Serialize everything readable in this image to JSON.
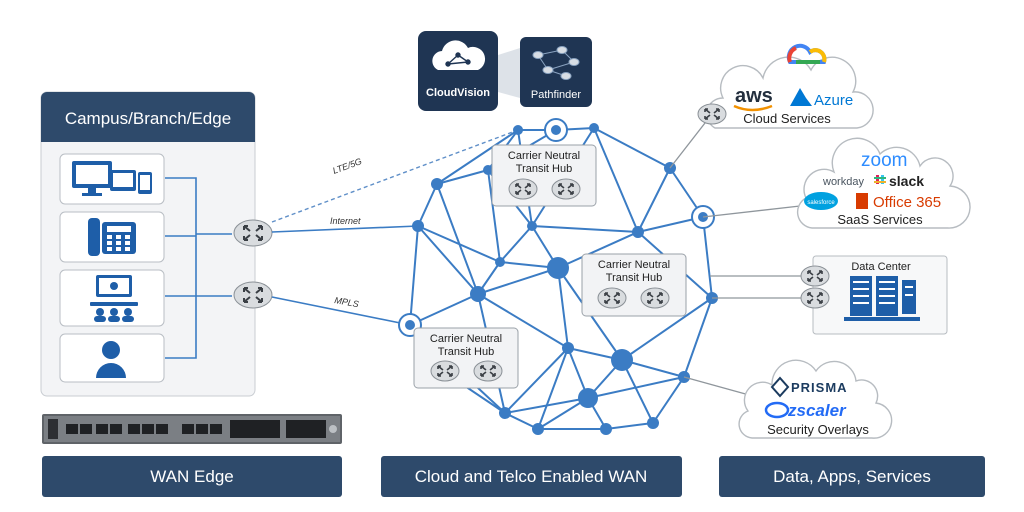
{
  "campus": {
    "title": "Campus/Branch/Edge",
    "devices": [
      "computers-icon",
      "desk-phone-icon",
      "video-conference-icon",
      "user-icon"
    ]
  },
  "links": {
    "lte": "LTE/5G",
    "internet": "Internet",
    "mpls": "MPLS"
  },
  "controllers": {
    "cloudvision": "CloudVision",
    "pathfinder": "Pathfinder"
  },
  "hubs": {
    "hub1": [
      "Carrier Neutral",
      "Transit Hub"
    ],
    "hub2": [
      "Carrier Neutral",
      "Transit Hub"
    ],
    "hub3": [
      "Carrier Neutral",
      "Transit Hub"
    ]
  },
  "services": {
    "cloud": {
      "label": "Cloud Services",
      "logos": [
        "aws",
        "Azure"
      ]
    },
    "saas": {
      "label": "SaaS Services",
      "logos": [
        "zoom",
        "workday",
        "slack",
        "Office 365",
        "salesforce"
      ]
    },
    "datacenter": {
      "label": "Data Center"
    },
    "security": {
      "label": "Security Overlays",
      "logos": [
        "PRISMA",
        "zscaler"
      ]
    }
  },
  "footer": {
    "wan_edge": "WAN Edge",
    "cloud_telco": "Cloud and Telco Enabled WAN",
    "data_apps": "Data, Apps, Services"
  },
  "colors": {
    "navy": "#2e4a6b",
    "mesh": "#3b7cc4",
    "panel": "#f3f4f6",
    "aws_orange": "#f29100",
    "azure_blue": "#0078d4",
    "zoom_blue": "#2d8cff",
    "office_red": "#d83b01",
    "zscaler_blue": "#236bf5"
  }
}
